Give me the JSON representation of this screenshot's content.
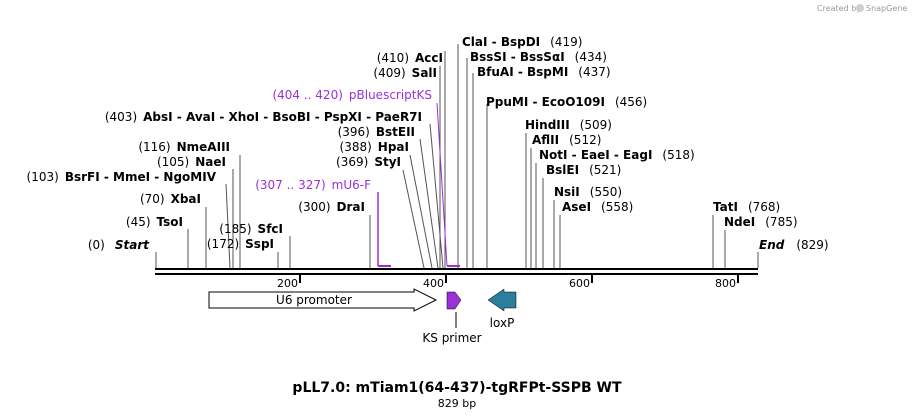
{
  "credit": {
    "created_by": "Created by",
    "brand": "SnapGene"
  },
  "map": {
    "length": 829,
    "ticks": [
      "200",
      "400",
      "600",
      "800"
    ],
    "sites": [
      {
        "pos": "(410)",
        "label": "AccI",
        "bp": 410
      },
      {
        "pos": "(409)",
        "label": "SalI",
        "bp": 409
      },
      {
        "pos": "(419)",
        "label": "ClaI  - BspDI",
        "bp": 419
      },
      {
        "pos": "(434)",
        "label": "BssSI - BssSαI",
        "bp": 434
      },
      {
        "pos": "(437)",
        "label": "BfuAI - BspMI",
        "bp": 437
      },
      {
        "pos": "(456)",
        "label": "PpuMI - EcoO109I",
        "bp": 456
      },
      {
        "pos": "(403)",
        "label": "AbsI - AvaI - XhoI - BsoBI - PspXI - PaeR7I",
        "bp": 403
      },
      {
        "pos": "(396)",
        "label": "BstEII",
        "bp": 396
      },
      {
        "pos": "(388)",
        "label": "HpaI",
        "bp": 388
      },
      {
        "pos": "(369)",
        "label": "StyI",
        "bp": 369
      },
      {
        "pos": "(509)",
        "label": "HindIII",
        "bp": 509
      },
      {
        "pos": "(512)",
        "label": "AflII",
        "bp": 512
      },
      {
        "pos": "(518)",
        "label": "NotI - EaeI - EagI",
        "bp": 518
      },
      {
        "pos": "(521)",
        "label": "BslEI",
        "bp": 521
      },
      {
        "pos": "(550)",
        "label": "NsiI",
        "bp": 550
      },
      {
        "pos": "(558)",
        "label": "AseI",
        "bp": 558
      },
      {
        "pos": "(116)",
        "label": "NmeAIII",
        "bp": 116
      },
      {
        "pos": "(105)",
        "label": "NaeI",
        "bp": 105
      },
      {
        "pos": "(103)",
        "label": "BsrFI - MmeI - NgoMIV",
        "bp": 103
      },
      {
        "pos": "(70)",
        "label": "XbaI",
        "bp": 70
      },
      {
        "pos": "(45)",
        "label": "TsoI",
        "bp": 45
      },
      {
        "pos": "(185)",
        "label": "SfcI",
        "bp": 185
      },
      {
        "pos": "(172)",
        "label": "SspI",
        "bp": 172
      },
      {
        "pos": "(300)",
        "label": "DraI",
        "bp": 300
      },
      {
        "pos": "(768)",
        "label": "TatI",
        "bp": 768
      },
      {
        "pos": "(785)",
        "label": "NdeI",
        "bp": 785
      }
    ],
    "start": {
      "pos": "(0)",
      "label": "Start"
    },
    "end": {
      "label": "End",
      "pos": "(829)"
    },
    "primers": [
      {
        "range": "(404 .. 420)",
        "label": "pBluescriptKS"
      },
      {
        "range": "(307 .. 327)",
        "label": "mU6-F"
      }
    ],
    "features": {
      "u6_promoter": "U6 promoter",
      "ks_primer": "KS primer",
      "loxp": "loxP"
    },
    "colors": {
      "primer": "#9b30d9",
      "ks_arrow": "#9b30d9",
      "loxp_arrow": "#2b7f9b",
      "backbone": "#000000"
    }
  },
  "title": "pLL7.0: mTiam1(64-437)-tgRFPt-SSPB WT",
  "subtitle": "829 bp"
}
